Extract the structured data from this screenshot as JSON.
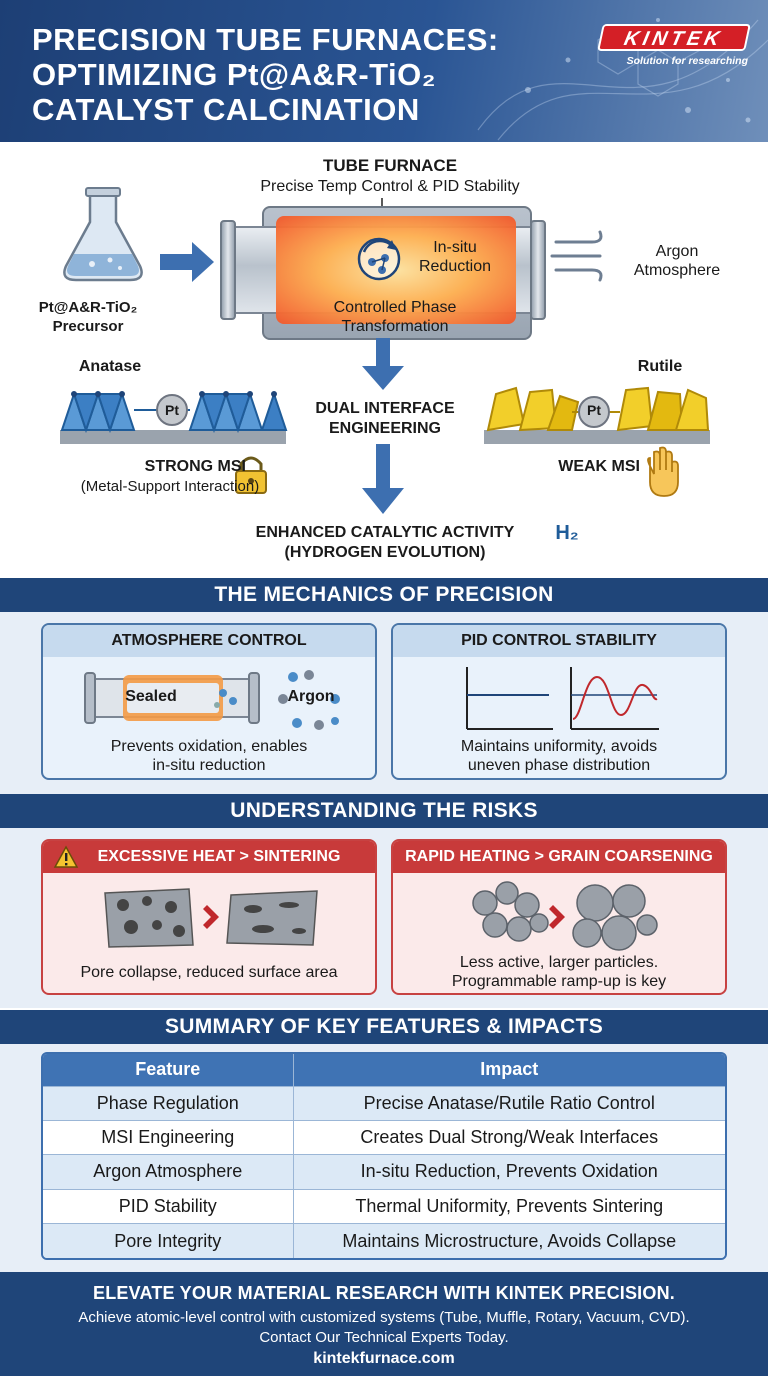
{
  "header": {
    "title_line1": "PRECISION TUBE FURNACES:",
    "title_line2": "OPTIMIZING Pt@A&R-TiO₂",
    "title_line3": "CATALYST CALCINATION",
    "logo_text": "KINTEK",
    "logo_tagline": "Solution for researching"
  },
  "diagram": {
    "furnace_title": "TUBE FURNACE",
    "furnace_subtitle": "Precise Temp Control & PID Stability",
    "insitu_line1": "In-situ",
    "insitu_line2": "Reduction",
    "phase_line1": "Controlled Phase",
    "phase_line2": "Transformation",
    "argon_line1": "Argon",
    "argon_line2": "Atmosphere",
    "precursor_line1": "Pt@A&R-TiO₂",
    "precursor_line2": "Precursor",
    "anatase_label": "Anatase",
    "rutile_label": "Rutile",
    "pt_label": "Pt",
    "dual_line1": "DUAL INTERFACE",
    "dual_line2": "ENGINEERING",
    "strong_msi": "STRONG MSI",
    "strong_msi_sub": "(Metal-Support Interaction)",
    "weak_msi": "WEAK MSI",
    "enhanced_line1": "ENHANCED CATALYTIC ACTIVITY",
    "enhanced_line2": "(HYDROGEN EVOLUTION)",
    "h2_label": "H₂"
  },
  "mechanics": {
    "section_title": "THE MECHANICS OF PRECISION",
    "atmosphere": {
      "title": "ATMOSPHERE CONTROL",
      "sealed_label": "Sealed",
      "argon_label": "Argon",
      "desc_line1": "Prevents oxidation, enables",
      "desc_line2": "in-situ reduction"
    },
    "pid": {
      "title": "PID CONTROL STABILITY",
      "desc_line1": "Maintains uniformity, avoids",
      "desc_line2": "uneven phase distribution"
    }
  },
  "risks": {
    "section_title": "UNDERSTANDING THE RISKS",
    "heat": {
      "title": "EXCESSIVE HEAT > SINTERING",
      "desc": "Pore collapse, reduced surface area"
    },
    "rapid": {
      "title": "RAPID HEATING > GRAIN COARSENING",
      "desc_line1": "Less active, larger particles.",
      "desc_line2": "Programmable ramp-up is key"
    }
  },
  "summary": {
    "section_title": "SUMMARY OF KEY FEATURES & IMPACTS",
    "headers": [
      "Feature",
      "Impact"
    ],
    "rows": [
      [
        "Phase Regulation",
        "Precise Anatase/Rutile Ratio Control"
      ],
      [
        "MSI Engineering",
        "Creates Dual Strong/Weak Interfaces"
      ],
      [
        "Argon Atmosphere",
        "In-situ Reduction, Prevents Oxidation"
      ],
      [
        "PID Stability",
        "Thermal Uniformity, Prevents Sintering"
      ],
      [
        "Pore Integrity",
        "Maintains Microstructure, Avoids Collapse"
      ]
    ]
  },
  "footer": {
    "headline": "ELEVATE YOUR MATERIAL RESEARCH WITH KINTEK PRECISION.",
    "line2": "Achieve atomic-level control with customized systems (Tube, Muffle, Rotary, Vacuum, CVD).",
    "line3": "Contact Our Technical Experts Today.",
    "website": "kintekfurnace.com"
  },
  "colors": {
    "navy": "#1f4579",
    "accent_red": "#d41f26",
    "table_header": "#3f73b4",
    "anatase_blue": "#3c7fc4",
    "rutile_yellow": "#f2cf2a"
  }
}
